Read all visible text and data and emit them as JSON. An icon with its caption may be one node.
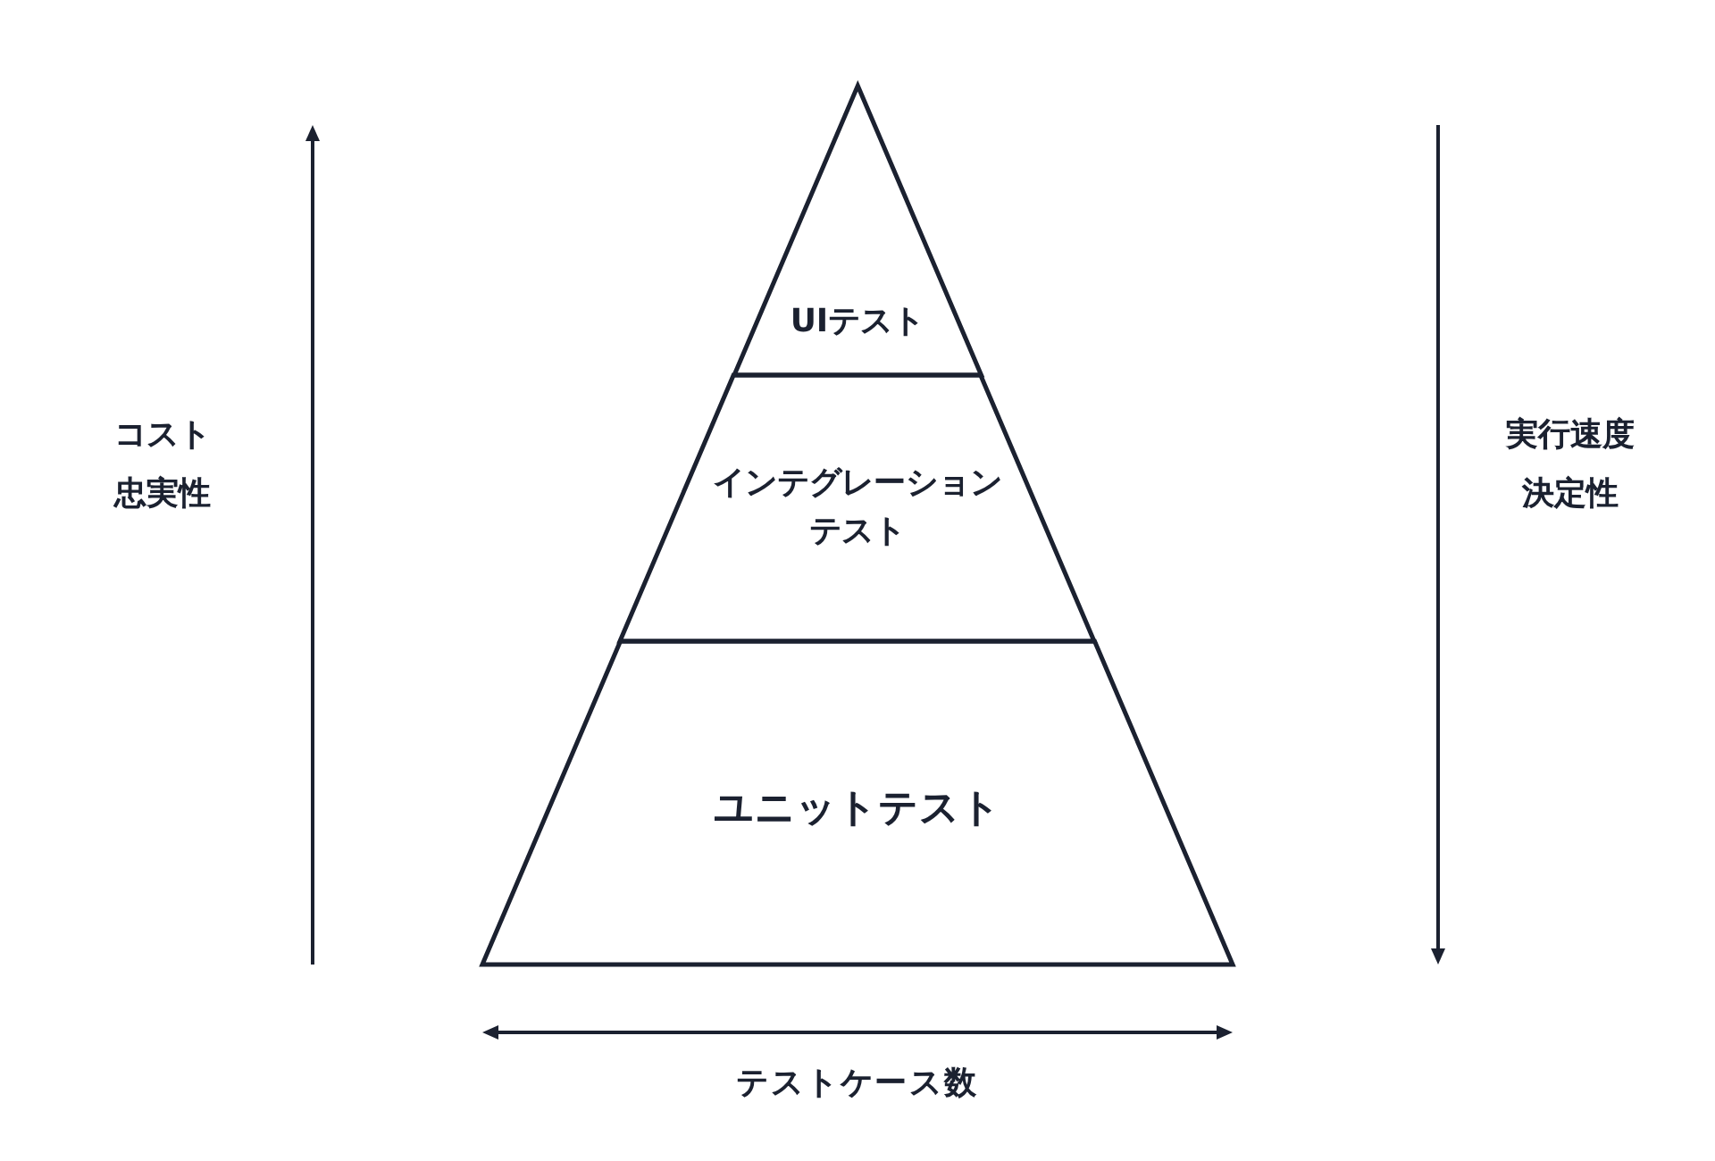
{
  "diagram": {
    "nodes": [
      {
        "text": [
          "UIテスト"
        ]
      },
      {
        "text": [
          "インテグレーションテスト"
        ]
      },
      {
        "text": [
          "ユニットテスト"
        ]
      }
    ],
    "labels": [
      "コスト",
      "忠実性",
      "実行速度",
      "決定性",
      "テストケース数"
    ]
  }
}
